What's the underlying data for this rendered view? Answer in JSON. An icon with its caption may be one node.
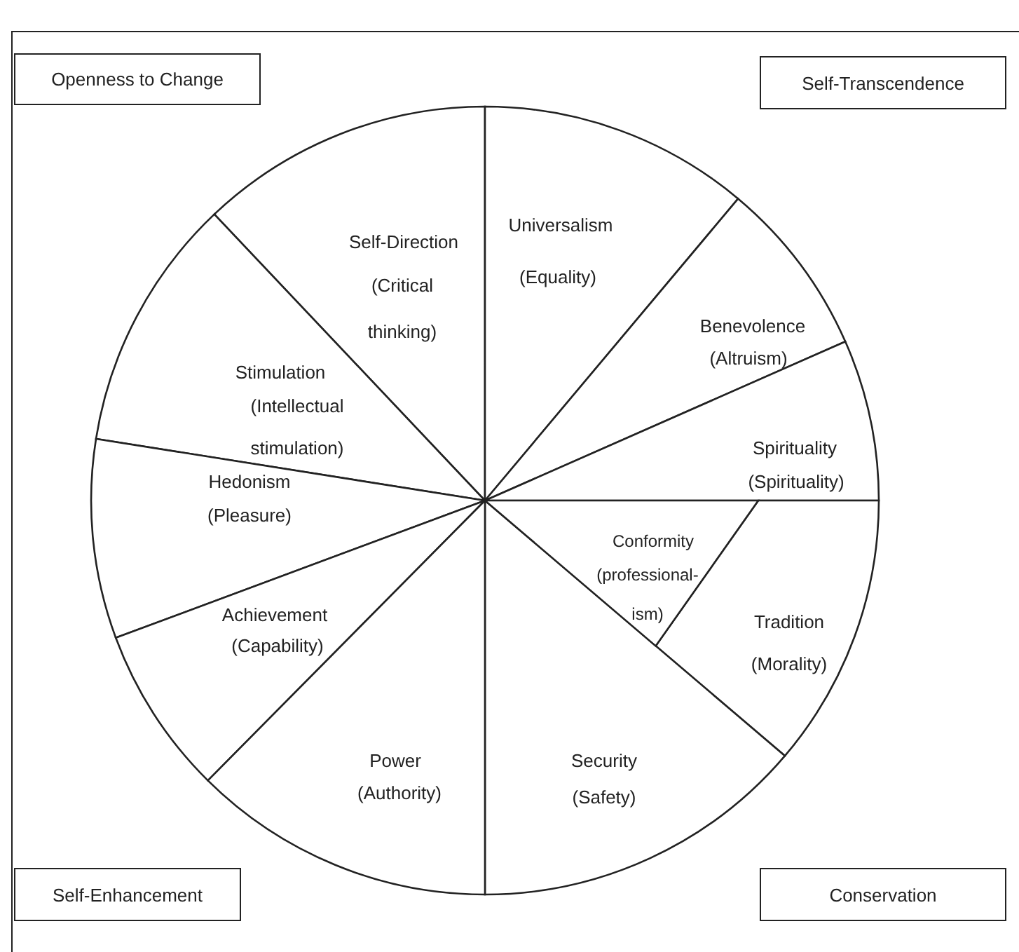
{
  "diagram": {
    "nodes": [
      {
        "text": [
          "Openness to Change"
        ]
      },
      {
        "text": [
          "Self-Transcendence"
        ]
      },
      {
        "text": [
          "Self-Direction",
          "(Critical thinking)"
        ]
      },
      {
        "text": [
          "Universalism",
          "(Equality)"
        ]
      },
      {
        "text": [
          "Benevolence",
          "(Altruism)"
        ]
      },
      {
        "text": [
          "Spirituality",
          "(Spirituality)"
        ]
      },
      {
        "text": [
          "Stimulation",
          "(Intellectual stimulation)"
        ]
      },
      {
        "text": [
          "Hedonism",
          "(Pleasure)"
        ]
      },
      {
        "text": [
          "Conformity",
          "(professional-ism)"
        ]
      },
      {
        "text": [
          "Tradition",
          "(Morality)"
        ]
      },
      {
        "text": [
          "Achievement",
          "(Capability)"
        ]
      },
      {
        "text": [
          "Security",
          "(Safety)"
        ]
      },
      {
        "text": [
          "Power",
          "(Authority)"
        ]
      },
      {
        "text": [
          "Self-Enhancement"
        ]
      },
      {
        "text": [
          "Conservation"
        ]
      }
    ]
  }
}
